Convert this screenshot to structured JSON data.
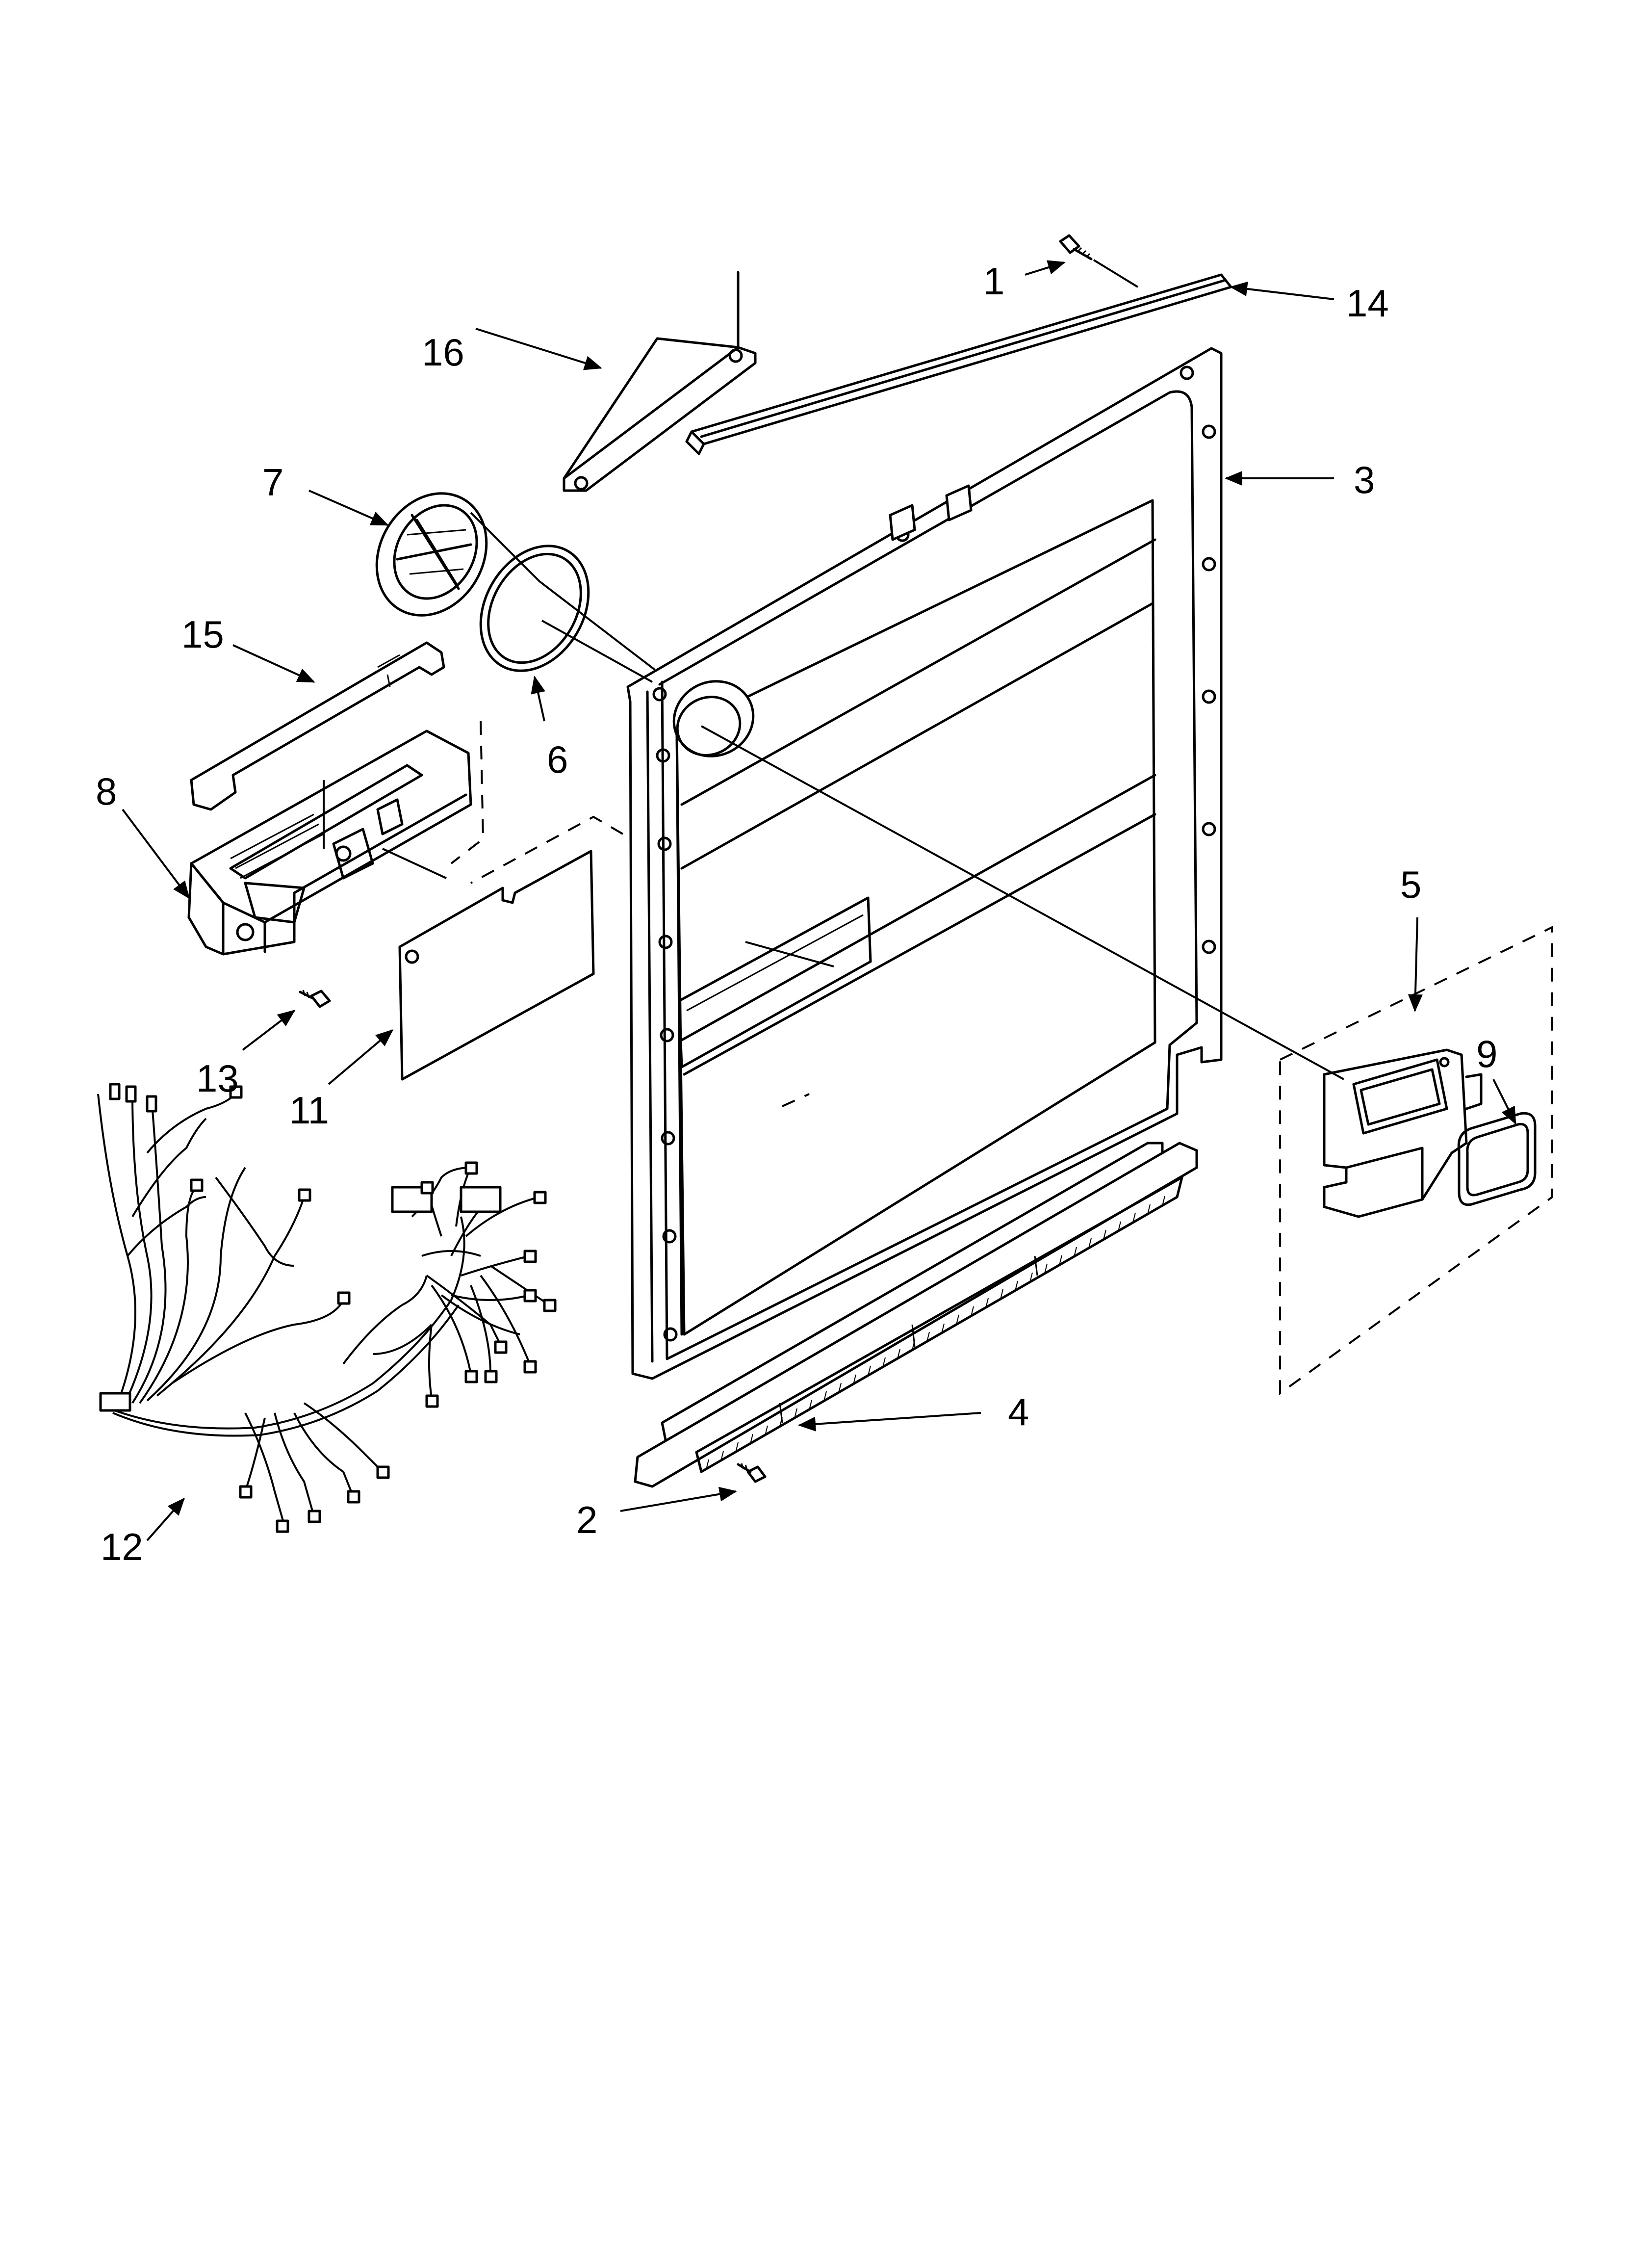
{
  "diagram": {
    "callouts": [
      {
        "id": "1",
        "text": "1"
      },
      {
        "id": "2",
        "text": "2"
      },
      {
        "id": "3",
        "text": "3"
      },
      {
        "id": "4",
        "text": "4"
      },
      {
        "id": "5",
        "text": "5"
      },
      {
        "id": "6",
        "text": "6"
      },
      {
        "id": "7",
        "text": "7"
      },
      {
        "id": "8",
        "text": "8"
      },
      {
        "id": "9",
        "text": "9"
      },
      {
        "id": "11",
        "text": "11"
      },
      {
        "id": "12",
        "text": "12"
      },
      {
        "id": "13",
        "text": "13"
      },
      {
        "id": "14",
        "text": "14"
      },
      {
        "id": "15",
        "text": "15"
      },
      {
        "id": "16",
        "text": "16"
      }
    ]
  }
}
